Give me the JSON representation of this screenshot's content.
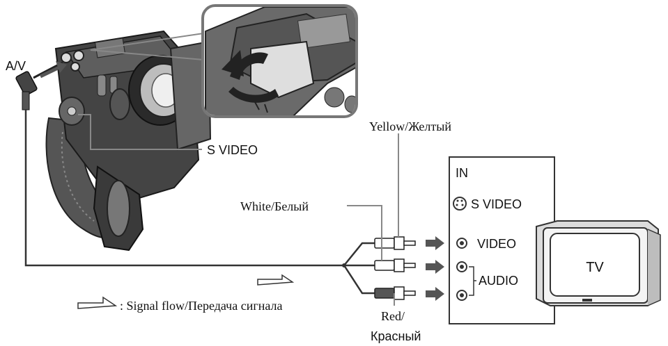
{
  "labels": {
    "av": "A/V",
    "s_video_camera": "S VIDEO",
    "yellow": "Yellow/Желтый",
    "white": "White/Белый",
    "red_line1": "Red/",
    "red_line2": "Красный",
    "signal_flow": ": Signal flow/Передача сигнала"
  },
  "tv_panel": {
    "header": "IN",
    "s_video": "S VIDEO",
    "video": "VIDEO",
    "audio": "AUDIO"
  },
  "tv": {
    "label": "TV"
  },
  "colors": {
    "line": "#333333",
    "arrow": "#555555",
    "camera_body": "#3b3b3b",
    "camera_dark": "#222222",
    "camera_light": "#9a9a9a"
  }
}
